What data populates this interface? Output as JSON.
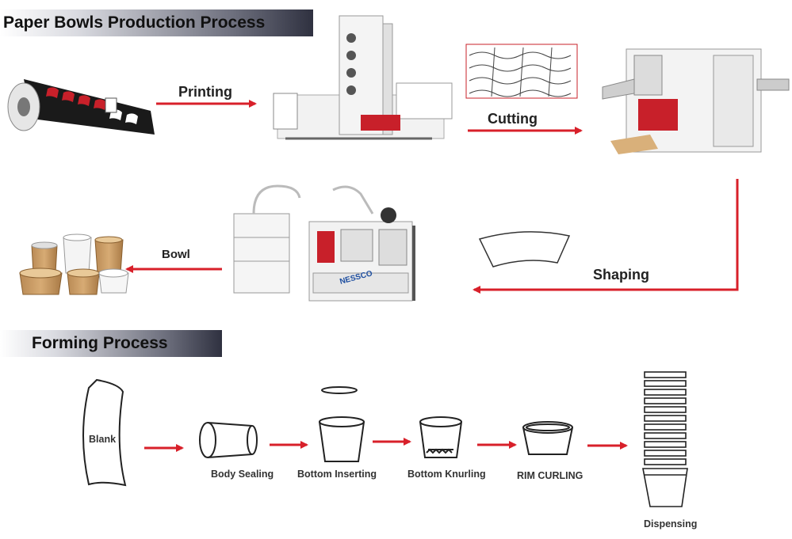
{
  "titles": {
    "production": "Paper Bowls Production Process",
    "forming": "Forming Process"
  },
  "steps": {
    "printing": "Printing",
    "cutting": "Cutting",
    "shaping": "Shaping",
    "bowl": "Bowl"
  },
  "forming_steps": {
    "blank": "Blank",
    "body_sealing": "Body Sealing",
    "bottom_inserting": "Bottom Inserting",
    "bottom_knurling": "Bottom Knurling",
    "rim_curling": "RIM CURLING",
    "dispensing": "Dispensing"
  },
  "machine_brand": "NESSCO",
  "colors": {
    "arrow": "#d8202a",
    "banner": "#3d3f4d",
    "machine_red": "#c8202a"
  }
}
